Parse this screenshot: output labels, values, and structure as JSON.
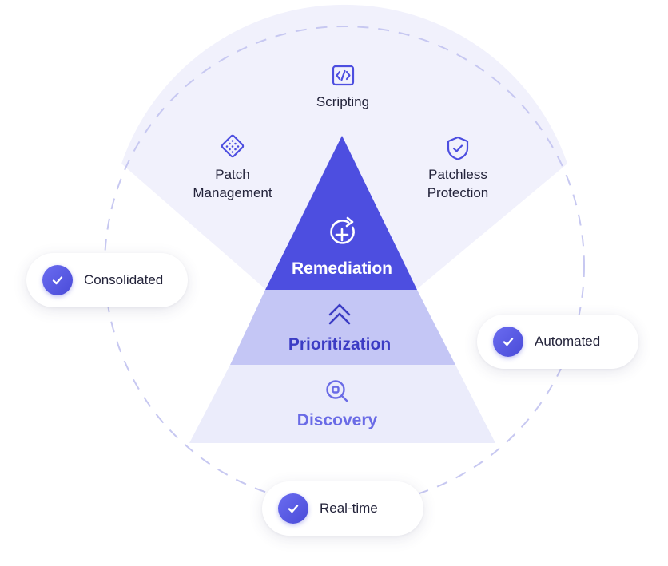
{
  "pyramid": {
    "levels": [
      {
        "key": "remediation",
        "label": "Remediation",
        "icon": "refresh-plus-icon"
      },
      {
        "key": "prioritization",
        "label": "Prioritization",
        "icon": "double-chevron-up-icon"
      },
      {
        "key": "discovery",
        "label": "Discovery",
        "icon": "target-search-icon"
      }
    ]
  },
  "remediation_methods": [
    {
      "key": "scripting",
      "label": "Scripting",
      "icon": "code-icon"
    },
    {
      "key": "patch_management",
      "label_lines": [
        "Patch",
        "Management"
      ],
      "icon": "grid-diamond-icon"
    },
    {
      "key": "patchless_protection",
      "label_lines": [
        "Patchless",
        "Protection"
      ],
      "icon": "shield-check-icon"
    }
  ],
  "attributes": [
    {
      "key": "consolidated",
      "label": "Consolidated",
      "icon": "check-icon"
    },
    {
      "key": "automated",
      "label": "Automated",
      "icon": "check-icon"
    },
    {
      "key": "realtime",
      "label": "Real-time",
      "icon": "check-icon"
    }
  ],
  "colors": {
    "remediation": "#4d4ee0",
    "prioritization": "#c4c6f5",
    "discovery": "#ebecfb",
    "fan": "#f1f1fc",
    "dashed_circle": "#c7c8f1",
    "icon_accent": "#4d4ee0",
    "prioritization_text": "#3b3cc4",
    "discovery_text": "#6a6be6",
    "text": "#23233a"
  }
}
